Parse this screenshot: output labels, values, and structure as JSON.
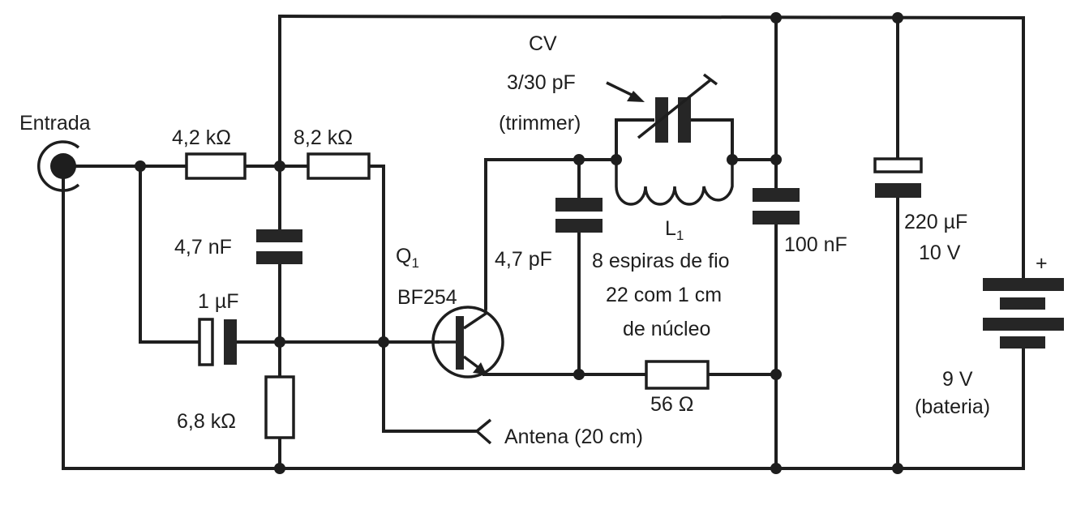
{
  "title": "RF oscillator / FM transmitter schematic",
  "labels": {
    "input": "Entrada",
    "r1": "4,2 kΩ",
    "r2": "8,2 kΩ",
    "c1": "4,7 nF",
    "c2": "1 µF",
    "r3": "6,8 kΩ",
    "q1_name": "Q",
    "q1_sub": "1",
    "q1_part": "BF254",
    "cv_name": "CV",
    "cv_value": "3/30 pF",
    "cv_type": "(trimmer)",
    "c3": "4,7 pF",
    "l1_name": "L",
    "l1_sub": "1",
    "l1_desc_1": "8 espiras de fio",
    "l1_desc_2": "22 com 1 cm",
    "l1_desc_3": "de núcleo",
    "c4": "100 nF",
    "c5_value": "220 µF",
    "c5_voltage": "10 V",
    "r4": "56 Ω",
    "antenna": "Antena (20 cm)",
    "battery_plus": "+",
    "battery_voltage": "9 V",
    "battery_type": "(bateria)"
  }
}
